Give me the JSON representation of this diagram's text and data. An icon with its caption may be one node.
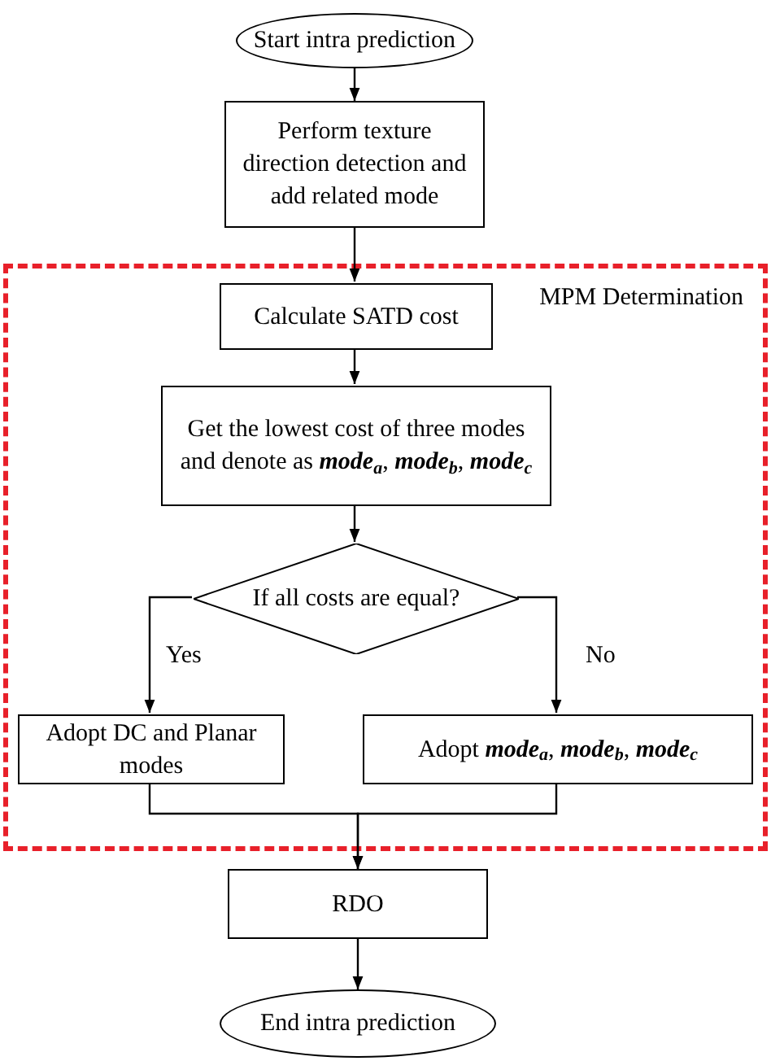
{
  "diagram": {
    "nodes": [
      {
        "text": [
          "Start intra prediction"
        ]
      },
      {
        "text": [
          "Perform texture direction detection and add related mode"
        ]
      },
      {
        "text": [
          "MPM Determination"
        ]
      },
      {
        "text": [
          "Calculate SATD cost"
        ],
        "in": 2
      },
      {
        "text": [
          "Get the lowest cost of three modes and denote as **mode**$_{a}$, **mode**$_{b}$, **mode**$_{c}$"
        ],
        "in": 2
      },
      {
        "text": [
          "If all costs are equal?"
        ],
        "in": 2
      },
      {
        "text": [
          "Adopt DC and Planar modes"
        ],
        "in": 2
      },
      {
        "text": [
          "Adopt **mode**$_{a}$, **mode**$_{b}$, **mode**$_{c}$"
        ],
        "in": 2
      },
      {
        "text": [
          "RDO"
        ]
      },
      {
        "text": [
          "End intra prediction"
        ]
      }
    ],
    "edges": [
      {
        "from": 0,
        "to": 1,
        "arrow": "to"
      },
      {
        "from": 1,
        "to": 3,
        "arrow": "to"
      },
      {
        "from": 3,
        "to": 4,
        "arrow": "to"
      },
      {
        "from": 4,
        "to": 5,
        "arrow": "to"
      },
      {
        "from": 5,
        "to": 6,
        "arrow": "to",
        "label": "Yes"
      },
      {
        "from": 5,
        "to": 7,
        "arrow": "to",
        "label": "No"
      },
      {
        "from": 6,
        "to": 8,
        "arrow": "to"
      },
      {
        "from": 7,
        "to": 8,
        "arrow": "to"
      },
      {
        "from": 8,
        "to": 9,
        "arrow": "to"
      }
    ]
  }
}
